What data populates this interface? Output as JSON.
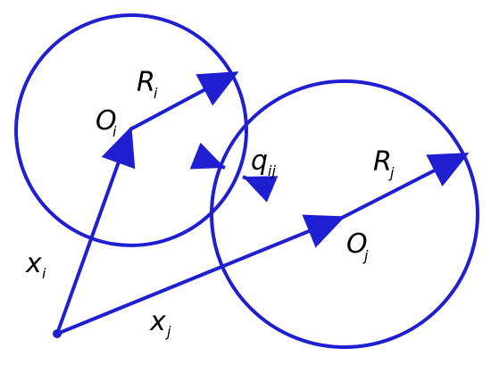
{
  "colors": {
    "primary": "#1f1fd1",
    "text": "#000000",
    "background": "#ffffff"
  },
  "labels": {
    "oi_main": "O",
    "oi_sub": "i",
    "ri_main": "R",
    "ri_sub": "i",
    "qij_main": "q",
    "qij_sub": "ij",
    "rj_main": "R",
    "rj_sub": "j",
    "oj_main": "O",
    "oj_sub": "j",
    "xi_main": "x",
    "xi_sub": "i",
    "xj_main": "x",
    "xj_sub": "j"
  }
}
